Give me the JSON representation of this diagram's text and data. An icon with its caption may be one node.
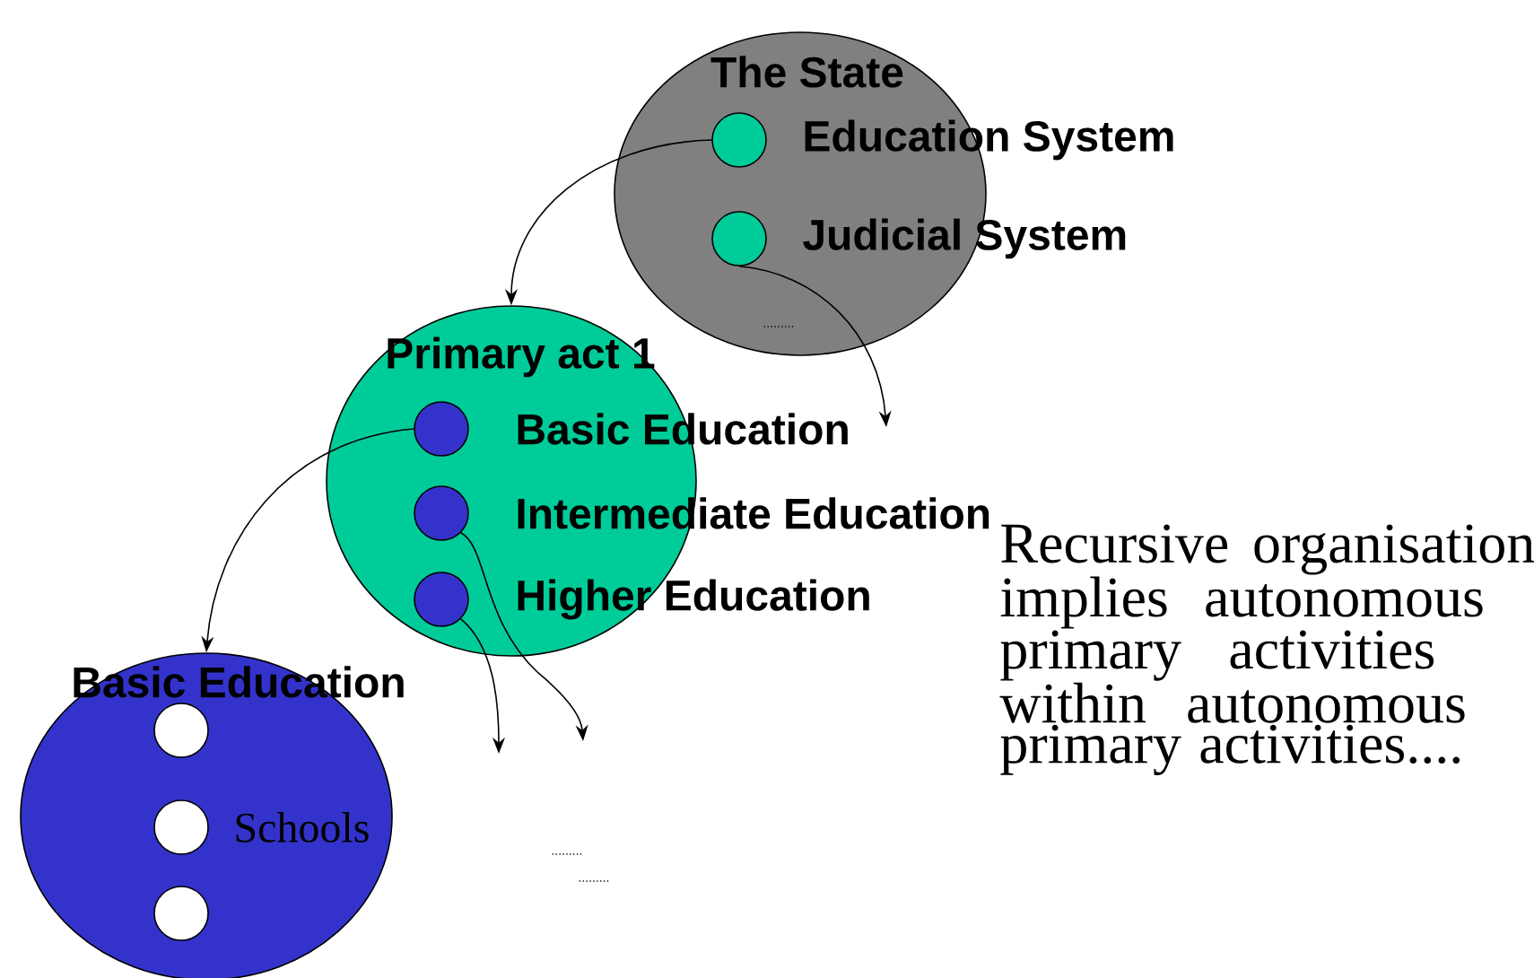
{
  "diagram": {
    "nodes": [
      {
        "text": [
          "The State"
        ]
      },
      {
        "text": [],
        "shape": "circle",
        "in": 0,
        "beside": [
          "Education System"
        ]
      },
      {
        "text": [],
        "shape": "circle",
        "in": 0,
        "beside": [
          "Judicial System"
        ]
      },
      {
        "text": [
          "Primary act 1"
        ]
      },
      {
        "text": [],
        "shape": "circle",
        "in": 3,
        "beside": [
          "Basic Education"
        ]
      },
      {
        "text": [],
        "shape": "circle",
        "in": 3,
        "beside": [
          "Intermediate Education"
        ]
      },
      {
        "text": [],
        "shape": "circle",
        "in": 3,
        "beside": [
          "Higher Education"
        ]
      },
      {
        "text": [
          "Basic Education"
        ]
      },
      {
        "text": [],
        "shape": "circle",
        "in": 7
      },
      {
        "text": [],
        "shape": "circle",
        "in": 7,
        "beside": [
          "Schools"
        ]
      },
      {
        "text": [],
        "shape": "circle",
        "in": 7
      }
    ],
    "edges": [
      {
        "from": 1,
        "to": 3,
        "arrow": "to"
      },
      {
        "from": 2,
        "to": null,
        "arrow": "to"
      },
      {
        "from": 4,
        "to": 7,
        "arrow": "to"
      },
      {
        "from": 5,
        "to": null,
        "arrow": "to"
      },
      {
        "from": 6,
        "to": null,
        "arrow": "to"
      }
    ],
    "labels": [
      ".........",
      ".........",
      ".........",
      "Recursive organisation implies autonomous primary activities within autonomous primary activities...."
    ]
  }
}
